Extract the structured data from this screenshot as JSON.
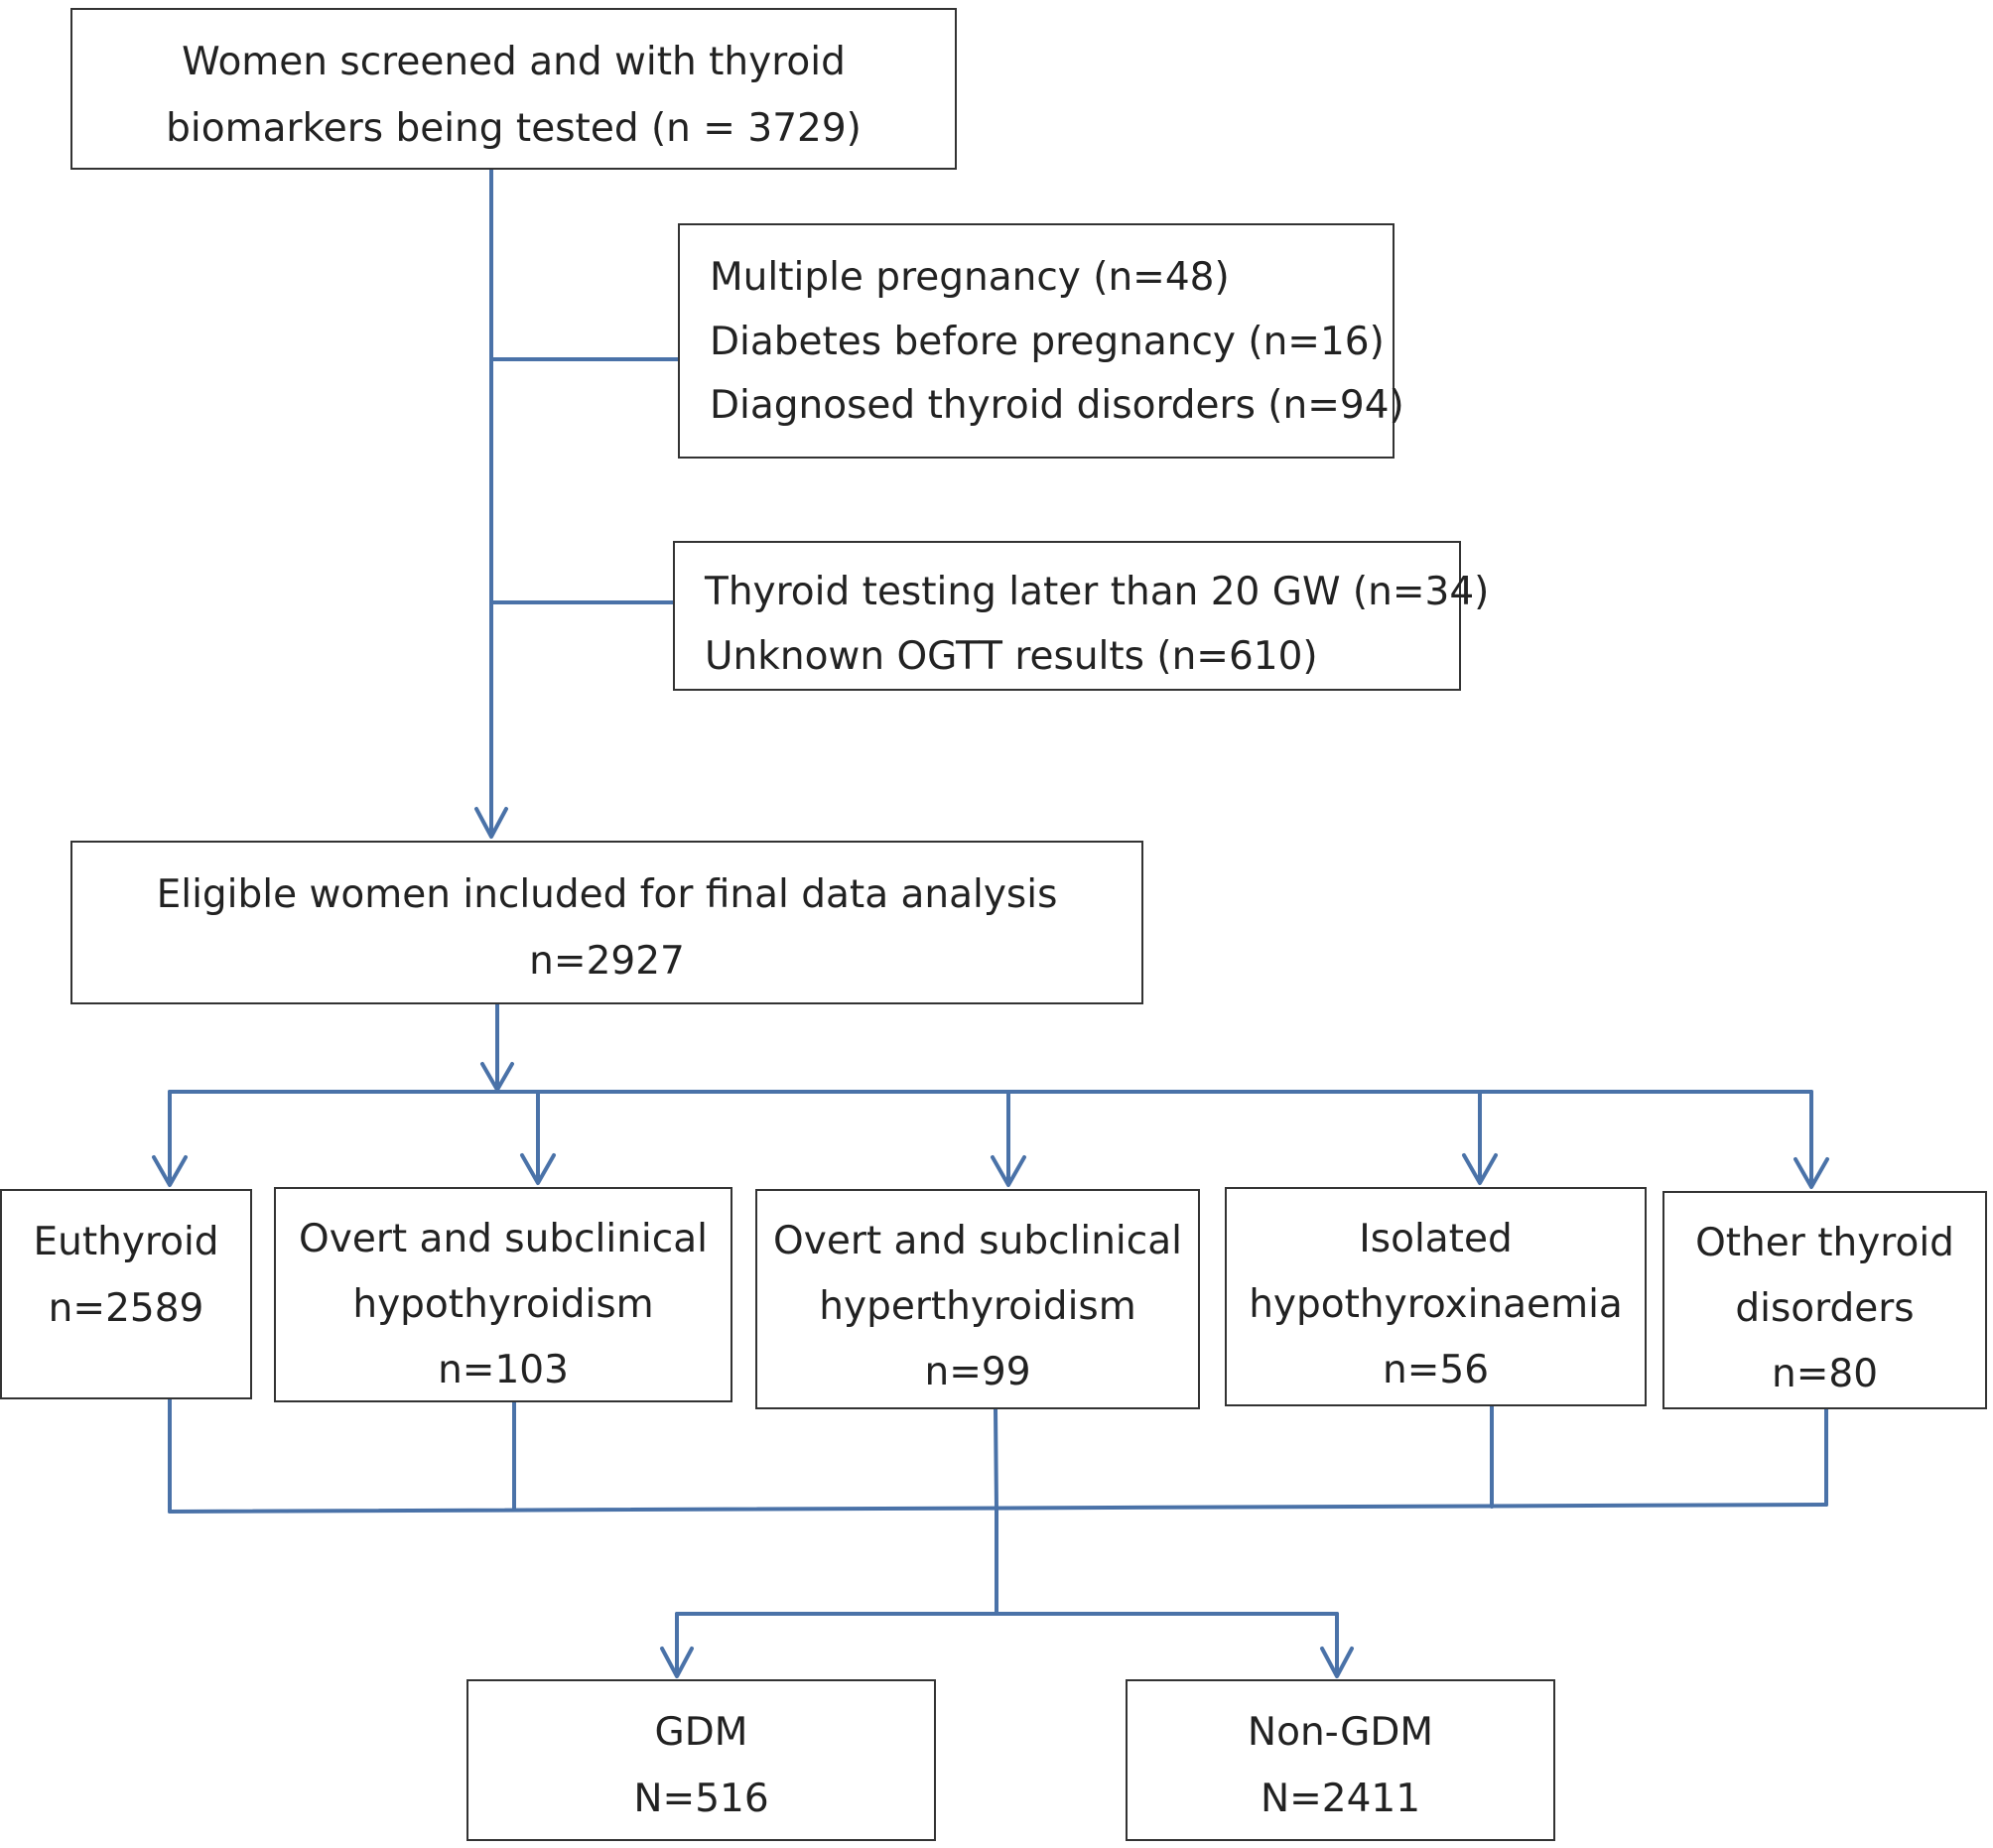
{
  "colors": {
    "connector": "#4a72a8",
    "box_border": "#333333",
    "text": "#222222"
  },
  "flow": {
    "screened": {
      "lines": [
        "Women screened and with thyroid",
        "biomarkers being tested (n = 3729)"
      ]
    },
    "exclusion_1": {
      "lines": [
        "Multiple pregnancy (n=48)",
        "Diabetes before pregnancy (n=16)",
        "Diagnosed thyroid disorders (n=94)"
      ]
    },
    "exclusion_2": {
      "lines": [
        "Thyroid testing later than 20 GW (n=34)",
        "Unknown OGTT results (n=610)"
      ]
    },
    "eligible": {
      "lines": [
        "Eligible women included for final data analysis",
        "n=2927"
      ]
    },
    "groups": [
      {
        "lines": [
          "Euthyroid",
          "n=2589"
        ]
      },
      {
        "lines": [
          "Overt and subclinical",
          "hypothyroidism",
          "n=103"
        ]
      },
      {
        "lines": [
          "Overt and subclinical",
          "hyperthyroidism",
          "n=99"
        ]
      },
      {
        "lines": [
          "Isolated",
          "hypothyroxinaemia",
          "n=56"
        ]
      },
      {
        "lines": [
          "Other thyroid",
          "disorders",
          "n=80"
        ]
      }
    ],
    "outcomes": [
      {
        "lines": [
          "GDM",
          "N=516"
        ]
      },
      {
        "lines": [
          "Non-GDM",
          "N=2411"
        ]
      }
    ]
  }
}
